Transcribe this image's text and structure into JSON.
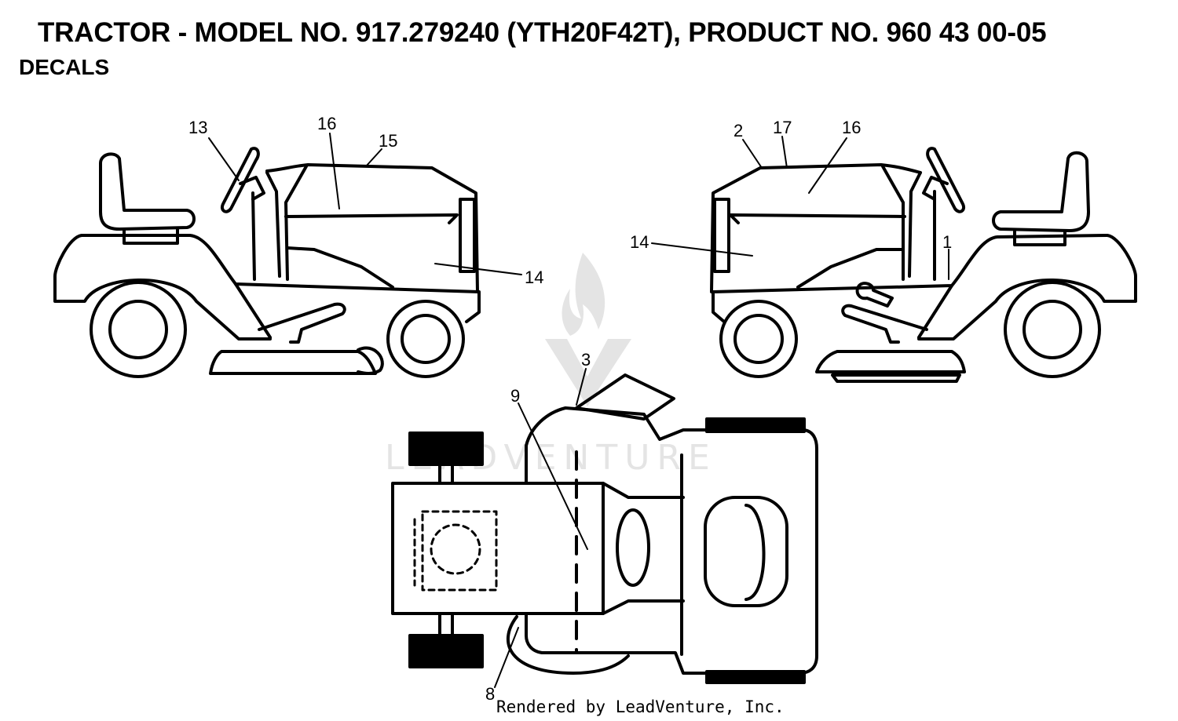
{
  "header": {
    "title": "TRACTOR - MODEL NO. 917.279240 (YTH20F42T), PRODUCT NO. 960 43 00-05",
    "subtitle": "DECALS"
  },
  "callouts": {
    "left_view": [
      "13",
      "16",
      "15",
      "14"
    ],
    "right_view": [
      "2",
      "17",
      "16",
      "14",
      "1"
    ],
    "top_view": [
      "3",
      "9",
      "8"
    ]
  },
  "watermark": {
    "brand": "LEADVENTURE",
    "color": "#e4e4e4"
  },
  "footer": {
    "credit": "Rendered by LeadVenture, Inc."
  },
  "colors": {
    "line": "#000000",
    "background": "#ffffff"
  }
}
